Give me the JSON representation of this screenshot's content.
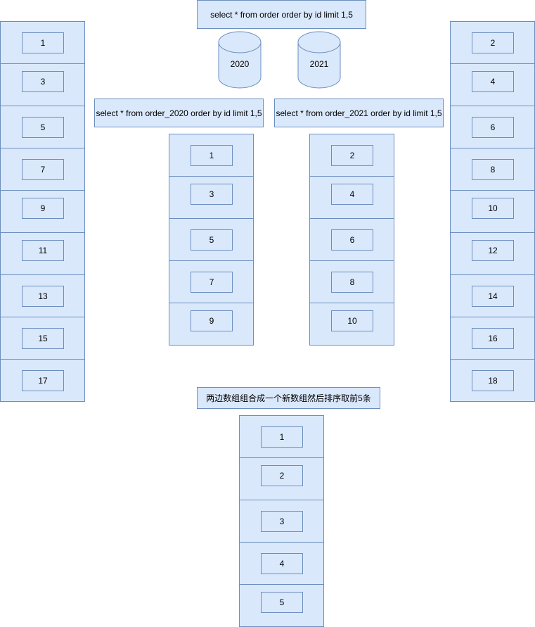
{
  "top_query": "select * from order order by id limit 1,5",
  "databases": [
    {
      "label": "2020"
    },
    {
      "label": "2021"
    }
  ],
  "shard_queries": {
    "left": "select * from order_2020 order by id limit 1,5",
    "right": "select * from order_2021 order by id limit 1,5"
  },
  "left_table": [
    "1",
    "3",
    "5",
    "7",
    "9",
    "11",
    "13",
    "15",
    "17"
  ],
  "right_table": [
    "2",
    "4",
    "6",
    "8",
    "10",
    "12",
    "14",
    "16",
    "18"
  ],
  "shard_2020_results": [
    "1",
    "3",
    "5",
    "7",
    "9"
  ],
  "shard_2021_results": [
    "2",
    "4",
    "6",
    "8",
    "10"
  ],
  "merge_note": "两边数组组合成一个新数组然后排序取前5条",
  "merged_results": [
    "1",
    "2",
    "3",
    "4",
    "5"
  ],
  "colors": {
    "fill": "#dae8fc",
    "stroke": "#6c8ebf"
  }
}
